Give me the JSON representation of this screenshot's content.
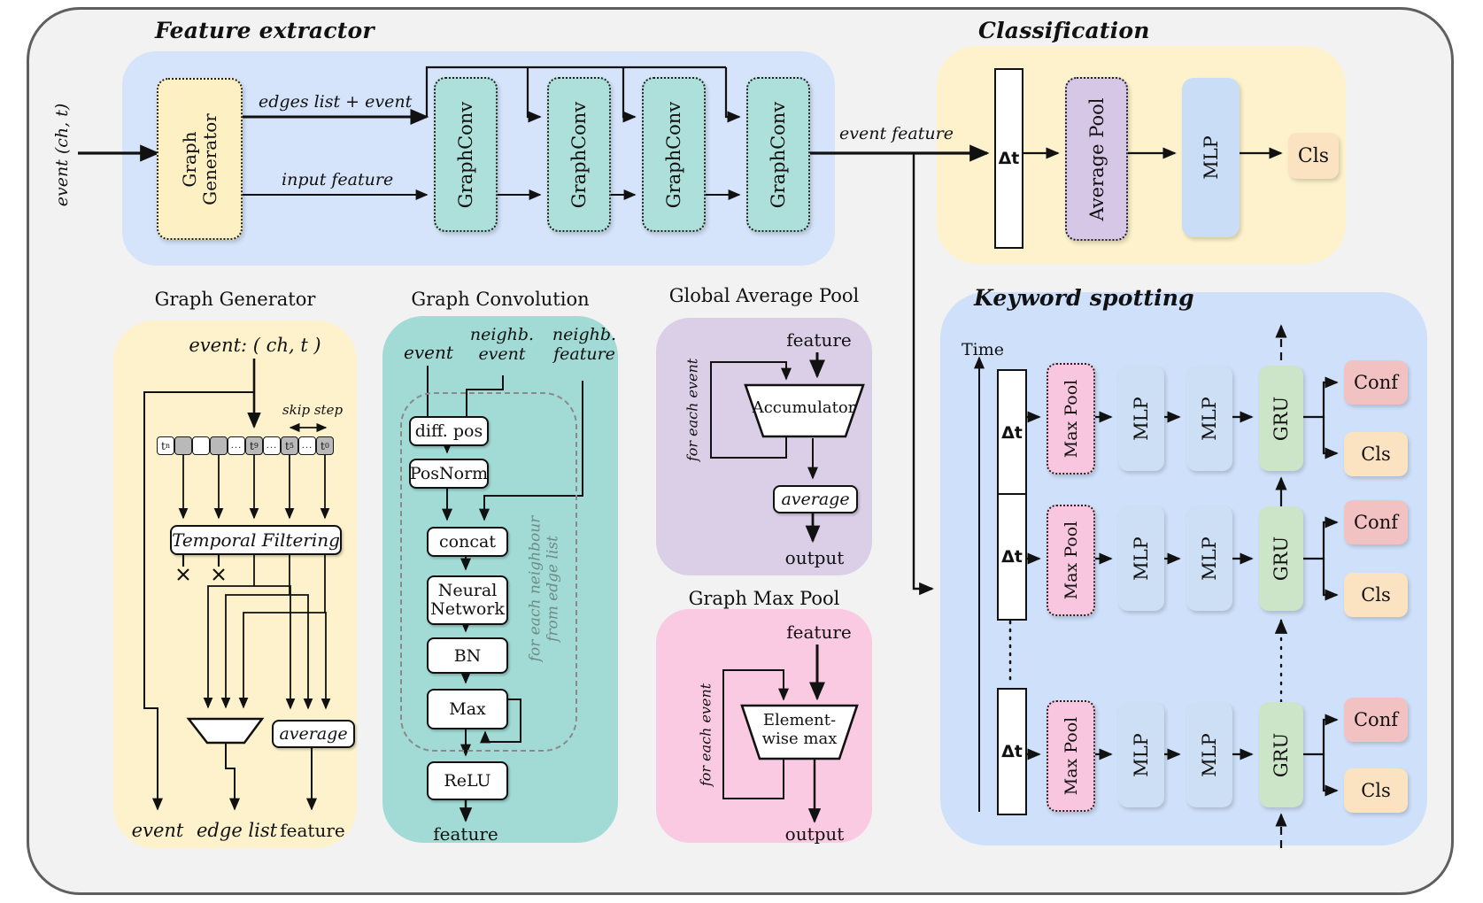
{
  "titles": {
    "feature_extractor": "Feature extractor",
    "classification": "Classification",
    "keyword_spotting": "Keyword spotting",
    "graph_generator": "Graph Generator",
    "graph_convolution": "Graph Convolution",
    "global_average_pool": "Global Average Pool",
    "graph_max_pool": "Graph Max Pool"
  },
  "feature_extractor": {
    "input_label": "event (ch, t)",
    "generator_box_label": "Graph Generator",
    "edges_label": "edges list + event",
    "input_feature_label": "input feature",
    "graphconv_label": "GraphConv",
    "event_feature_label": "event feature"
  },
  "classification": {
    "dt_label": "Δt",
    "avg_pool_label": "Average Pool",
    "mlp_label": "MLP",
    "cls_label": "Cls"
  },
  "graph_generator_detail": {
    "event_label": "event: ( ch, t )",
    "skip_step_label": "skip step",
    "cells": [
      {
        "base": "t",
        "sub": "n"
      },
      {},
      {},
      {},
      {
        "dots": "..."
      },
      {
        "base": "t",
        "sub": "9"
      },
      {
        "dots": "..."
      },
      {
        "base": "t",
        "sub": "5"
      },
      {
        "dots": "..."
      },
      {
        "base": "t",
        "sub": "0"
      }
    ],
    "temporal_filtering_label": "Temporal Filtering",
    "average_label": "average",
    "out_event": "event",
    "out_edge_list": "edge list",
    "out_feature": "feature"
  },
  "graph_convolution_detail": {
    "in_event": "event",
    "in_neighb_event": "neighb. event",
    "in_neighb_feature": "neighb. feature",
    "diff_pos": "diff. pos",
    "posnorm": "PosNorm",
    "concat": "concat",
    "neural_network": "Neural Network",
    "bn": "BN",
    "max": "Max",
    "relu": "ReLU",
    "loop_note": "for each neighbour from edge list",
    "out_feature": "feature"
  },
  "global_average_pool_detail": {
    "in_feature": "feature",
    "accumulator": "Accumulator",
    "loop_note": "for each event",
    "average": "average",
    "out": "output"
  },
  "graph_max_pool_detail": {
    "in_feature": "feature",
    "op": "Element-wise max",
    "loop_note": "for each event",
    "out": "output"
  },
  "keyword_spotting": {
    "time_label": "Time",
    "dt_label": "Δt",
    "max_pool_label": "Max Pool",
    "mlp_label": "MLP",
    "gru_label": "GRU",
    "conf_label": "Conf",
    "cls_label": "Cls"
  },
  "colors": {
    "panel_bg": "#f2f2f2",
    "panel_border": "#5f5f5f",
    "light_blue_container": "#d5e4fa",
    "yellow_container": "#fdf2cb",
    "teal_container": "#a2dad5",
    "purple_container": "#dacfe7",
    "pink_container": "#fac9e2",
    "graphconv_box": "#aee0db",
    "generator_box": "#fdf0c2",
    "avg_pool_box": "#d7c7e6",
    "max_pool_box": "#f8c7df",
    "mlp_box": "#c9ddf6",
    "gru_box": "#cce4c7",
    "conf_box": "#f2c1c1",
    "cls_box": "#fbe2c0"
  }
}
